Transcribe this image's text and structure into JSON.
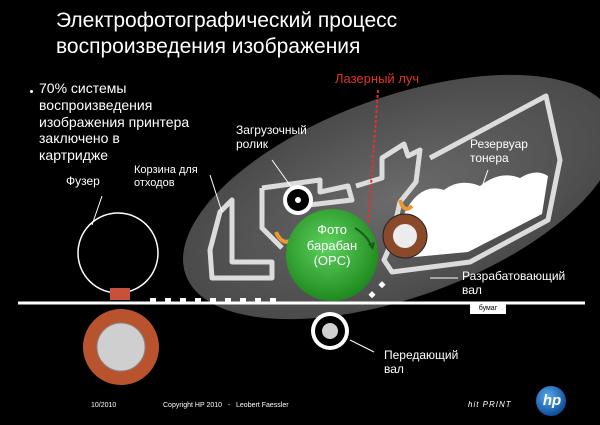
{
  "slide": {
    "title": "Электрофотографический процесс\nвоспроизведения изображения",
    "bullet": "70% системы\nвоспроизведения\nизображения принтера\nзаключено в\nкартридже"
  },
  "labels": {
    "laser_beam": "Лазерный луч",
    "loading_roller": "Загрузочный\nролик",
    "toner_reservoir": "Резервуар\nтонера",
    "waste_bin": "Корзина для\nотходов",
    "fuser": "Фузер",
    "drum": "Фото\nбарабан\n(OPC)",
    "developer_roller": "Разрабатовающий\nвал",
    "paper": "бумаг",
    "transfer_roller": "Передающий\nвал"
  },
  "footer": {
    "date": "10/2010",
    "copyright": "Copyright HP 2010   -   Leobert Faessler",
    "brand_print": "hit PRINT",
    "logo_text": "hp"
  },
  "colors": {
    "background": "#000000",
    "cartridge": "#5b5b5b",
    "drum": "#2fa32f",
    "laser": "#e0332d",
    "fuser_roller": "#b8532e",
    "toner": "#ffffff",
    "hp_blue": "#1f78c8"
  }
}
